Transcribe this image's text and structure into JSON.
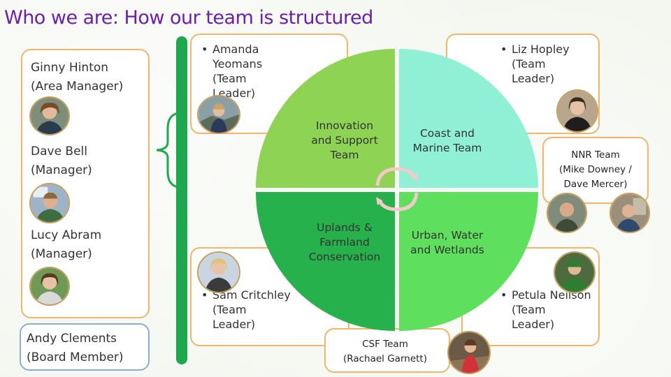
{
  "title": "Who we are: How our team is structured",
  "left": {
    "people": [
      {
        "name": "Ginny Hinton",
        "role": "(Area Manager)"
      },
      {
        "name": "Dave Bell",
        "role": "(Manager)"
      },
      {
        "name": "Lucy Abram",
        "role": "(Manager)"
      }
    ],
    "board": {
      "name": "Andy Clements",
      "role": "(Board Member)"
    }
  },
  "leaders": {
    "amanda": [
      "Amanda",
      "Yeomans",
      "(Team",
      "Leader)"
    ],
    "liz": [
      "Liz Hopley",
      "(Team",
      "Leader)"
    ],
    "sam": [
      "Sam Critchley",
      "(Team",
      "Leader)"
    ],
    "petula": [
      "Petula Neilson",
      "(Team",
      "Leader)"
    ]
  },
  "bullet": "•",
  "quadrants": {
    "innovation": [
      "Innovation",
      "and Support",
      "Team"
    ],
    "coast": [
      "Coast and",
      "Marine Team"
    ],
    "uplands": [
      "Uplands &",
      "Farmland",
      "Conservation"
    ],
    "urban": [
      "Urban, Water",
      "and Wetlands"
    ]
  },
  "nnr": [
    "NNR Team",
    "(Mike Downey /",
    "Dave Mercer)"
  ],
  "csf": [
    "CSF Team",
    "(Rachael Garnett)"
  ],
  "colors": {
    "title": "#6d1fa8",
    "box_border": "#f0b46a",
    "board_border": "#8aaed0",
    "bracket": "#1da84e",
    "q_innovation": "#8ed353",
    "q_coast": "#8ff0d6",
    "q_uplands": "#26b14c",
    "q_urban": "#5ee05e"
  }
}
